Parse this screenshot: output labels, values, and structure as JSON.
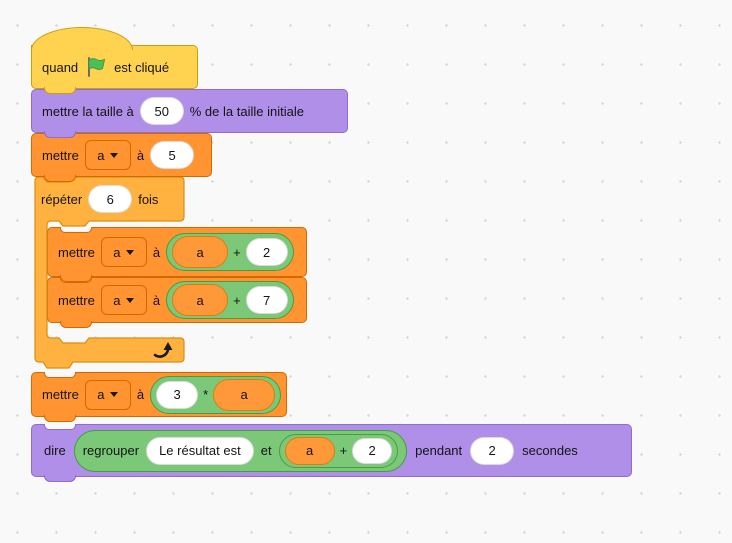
{
  "palette": {
    "events_yellow": "#FFD350",
    "looks_purple": "#AF8FE8",
    "variables_orange": "#FF9430",
    "control_gold": "#FFB23F",
    "operators_green": "#7AC878",
    "flag_green": "#4CBF56",
    "text": "#141414",
    "workspace_background": "#F9F9F9"
  },
  "blocks": {
    "hat": {
      "label_before": "quand",
      "label_after": "est cliqué"
    },
    "set_size": {
      "label_before": "mettre la taille à",
      "value": "50",
      "label_after": "% de la taille initiale"
    },
    "set_var_5": {
      "label_set": "mettre",
      "variable": "a",
      "label_to": "à",
      "value": "5"
    },
    "repeat": {
      "label_repeat": "répéter",
      "count": "6",
      "label_times": "fois"
    },
    "set_var_add2": {
      "label_set": "mettre",
      "variable": "a",
      "label_to": "à",
      "operand_left": "a",
      "operator": "+",
      "operand_right": "2"
    },
    "set_var_add7": {
      "label_set": "mettre",
      "variable": "a",
      "label_to": "à",
      "operand_left": "a",
      "operator": "+",
      "operand_right": "7"
    },
    "set_var_mul": {
      "label_set": "mettre",
      "variable": "a",
      "label_to": "à",
      "operand_left": "3",
      "operator": "*",
      "operand_right": "a"
    },
    "say": {
      "label_say": "dire",
      "label_join": "regrouper",
      "join_string": "Le résultat est",
      "label_and": "et",
      "operand_left": "a",
      "operator": "+",
      "operand_right": "2",
      "label_for": "pendant",
      "duration": "2",
      "label_seconds": "secondes"
    }
  }
}
